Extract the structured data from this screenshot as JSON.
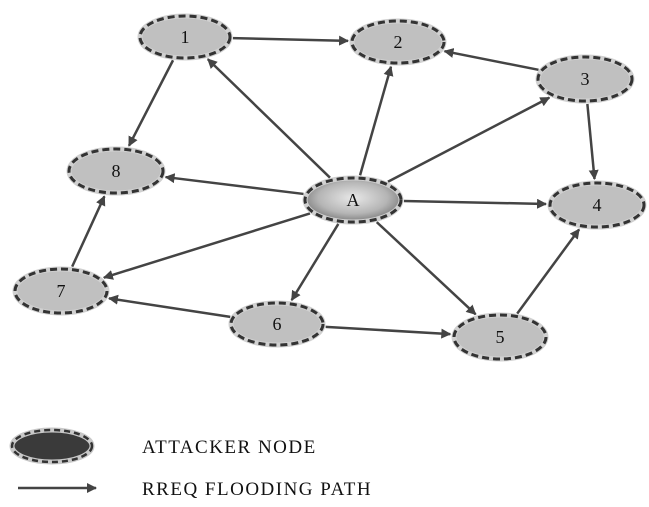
{
  "diagram": {
    "type": "network-graph",
    "nodes": [
      {
        "id": "1",
        "label": "1",
        "kind": "normal"
      },
      {
        "id": "2",
        "label": "2",
        "kind": "normal"
      },
      {
        "id": "3",
        "label": "3",
        "kind": "normal"
      },
      {
        "id": "4",
        "label": "4",
        "kind": "normal"
      },
      {
        "id": "5",
        "label": "5",
        "kind": "normal"
      },
      {
        "id": "6",
        "label": "6",
        "kind": "normal"
      },
      {
        "id": "7",
        "label": "7",
        "kind": "normal"
      },
      {
        "id": "8",
        "label": "8",
        "kind": "normal"
      },
      {
        "id": "A",
        "label": "A",
        "kind": "attacker"
      }
    ],
    "edges": [
      {
        "from": "A",
        "to": "1"
      },
      {
        "from": "A",
        "to": "2"
      },
      {
        "from": "A",
        "to": "3"
      },
      {
        "from": "A",
        "to": "4"
      },
      {
        "from": "A",
        "to": "5"
      },
      {
        "from": "A",
        "to": "6"
      },
      {
        "from": "A",
        "to": "7"
      },
      {
        "from": "A",
        "to": "8"
      },
      {
        "from": "1",
        "to": "2"
      },
      {
        "from": "1",
        "to": "8"
      },
      {
        "from": "3",
        "to": "2"
      },
      {
        "from": "3",
        "to": "4"
      },
      {
        "from": "5",
        "to": "4"
      },
      {
        "from": "6",
        "to": "5"
      },
      {
        "from": "6",
        "to": "7"
      },
      {
        "from": "7",
        "to": "8"
      }
    ]
  },
  "legend": {
    "attacker_label": "ATTACKER NODE",
    "path_label": "RREQ FLOODING PATH"
  },
  "colors": {
    "node_fill": "#c0c0c0",
    "node_border": "#333333",
    "attacker_legend_fill": "#3a3a3a",
    "edge": "#444444"
  }
}
